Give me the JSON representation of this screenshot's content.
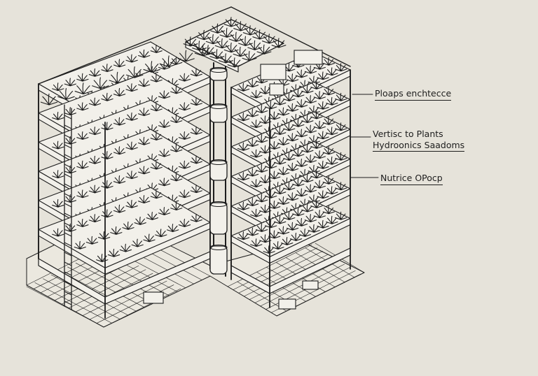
{
  "colors": {
    "background": "#e6e3da",
    "ink": "#1d1d1d",
    "tray_fill": "#f2f0ea",
    "floor_fill": "#ebe8df"
  },
  "annotations": [
    {
      "id": "top",
      "lines": [
        "Ploaps enchtecce"
      ]
    },
    {
      "id": "mid",
      "lines": [
        "Vertisc to Plants",
        "Hydroonics Saadoms"
      ]
    },
    {
      "id": "low",
      "lines": [
        "Nutrice OPocp"
      ]
    }
  ],
  "structure": {
    "left_tower_tiers": 6,
    "right_tower_tiers": 6,
    "pump_columns": 1,
    "nutrient_tanks": 4
  }
}
